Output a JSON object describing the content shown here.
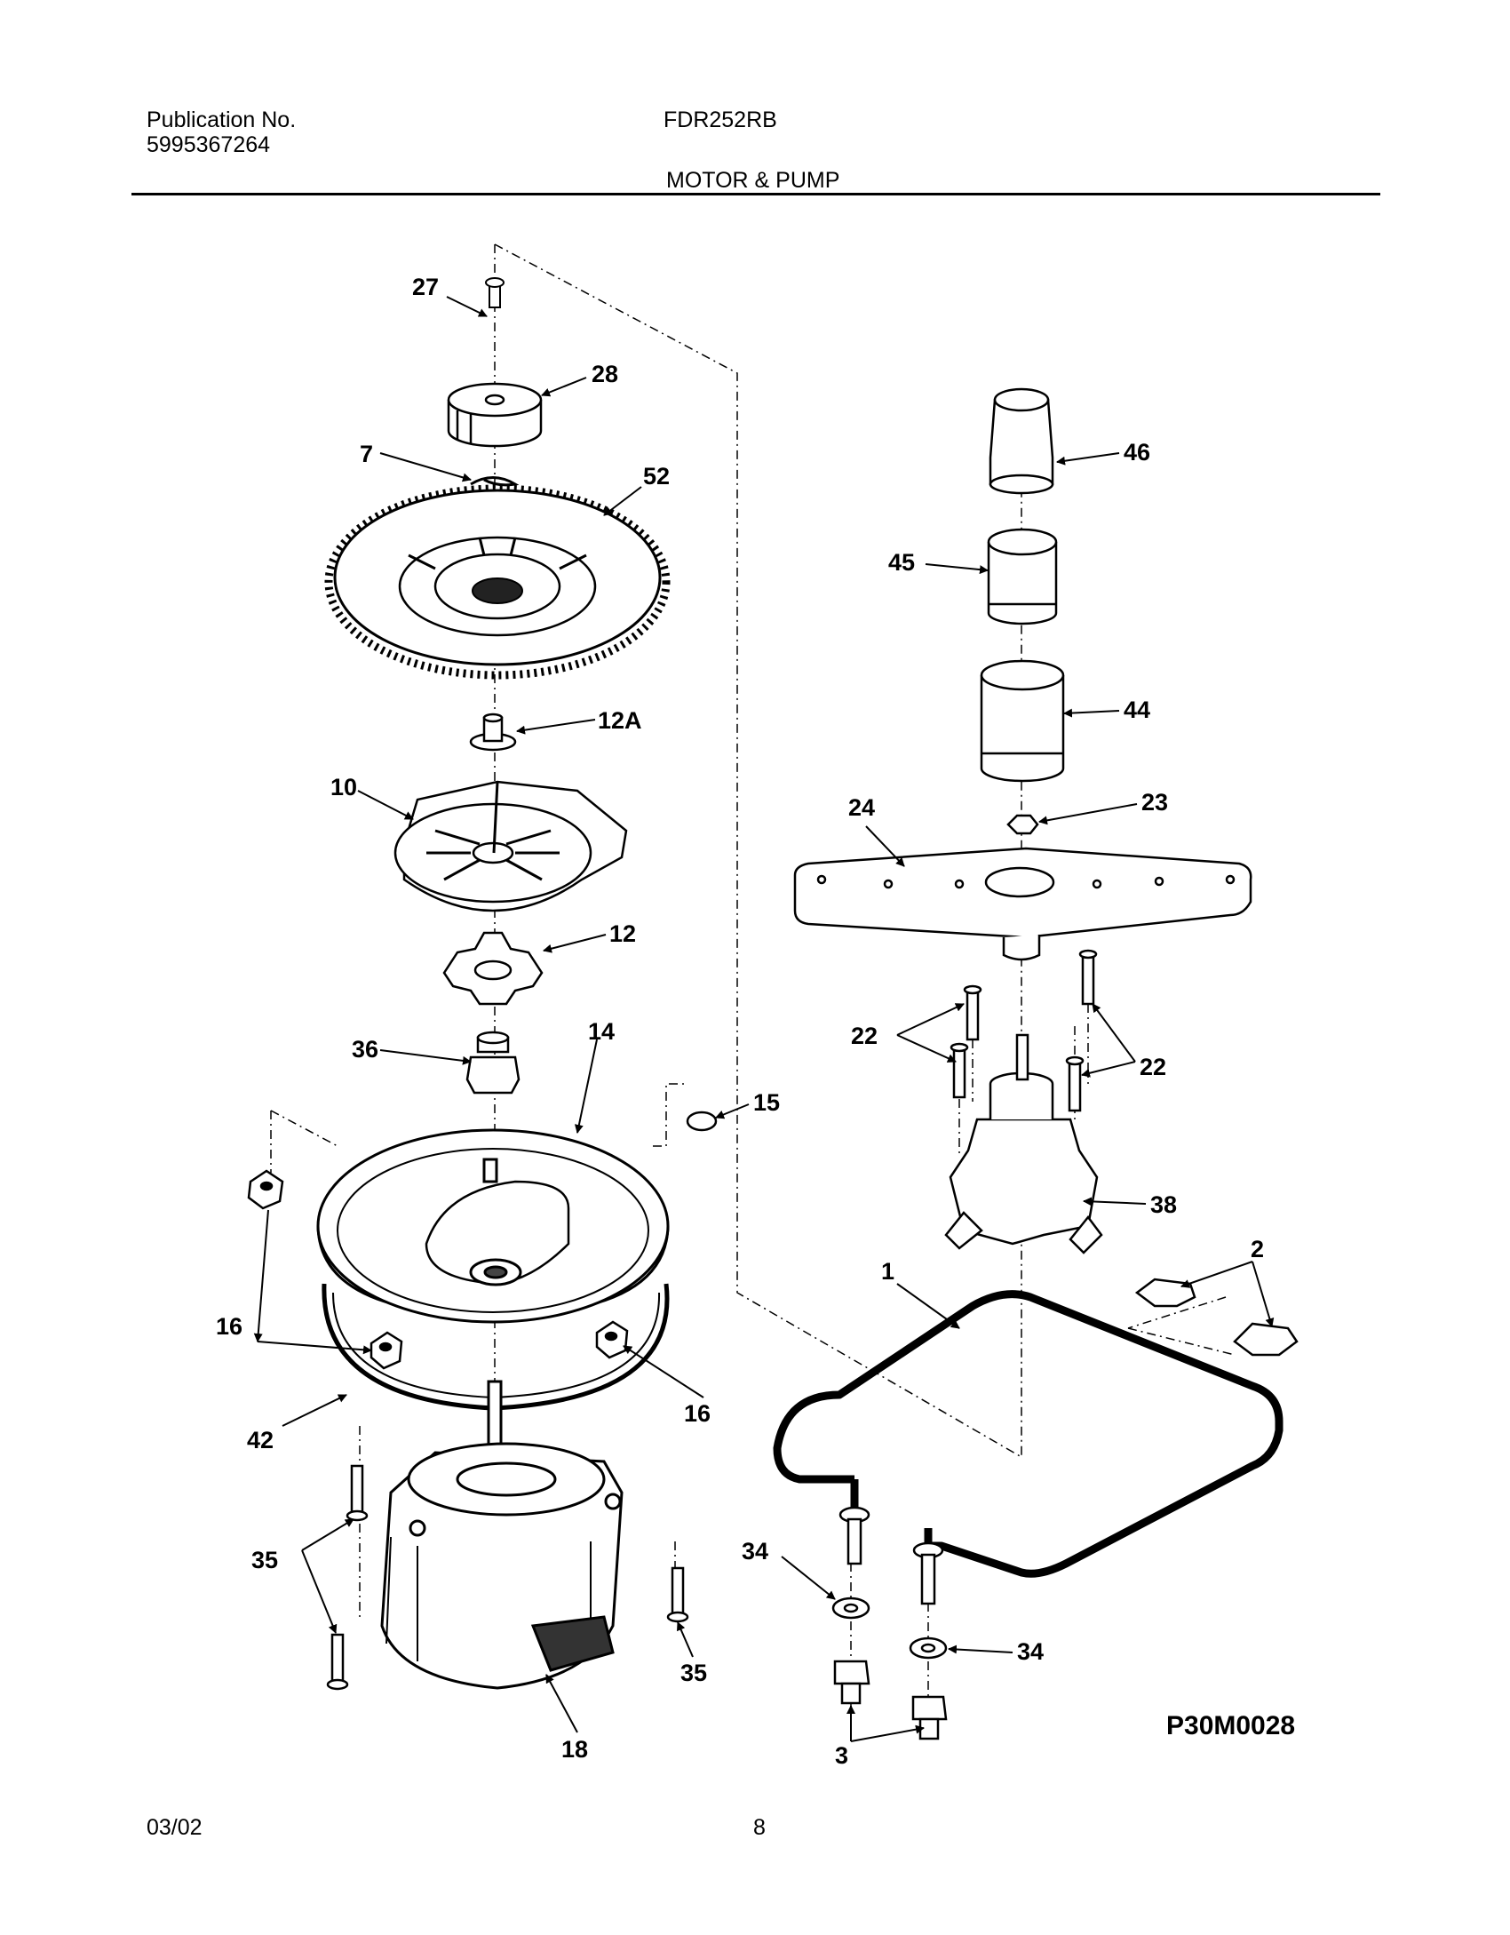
{
  "header": {
    "publication_label": "Publication No.",
    "publication_number": "5995367264",
    "model": "FDR252RB",
    "section_title": "MOTOR & PUMP"
  },
  "diagram": {
    "drawing_code": "P30M0028",
    "callouts": [
      "27",
      "28",
      "7",
      "52",
      "12A",
      "10",
      "12",
      "36",
      "14",
      "15",
      "16",
      "16",
      "42",
      "35",
      "35",
      "18",
      "46",
      "45",
      "44",
      "23",
      "24",
      "22",
      "22",
      "38",
      "1",
      "2",
      "34",
      "34",
      "3"
    ]
  },
  "footer": {
    "date": "03/02",
    "page": "8"
  }
}
